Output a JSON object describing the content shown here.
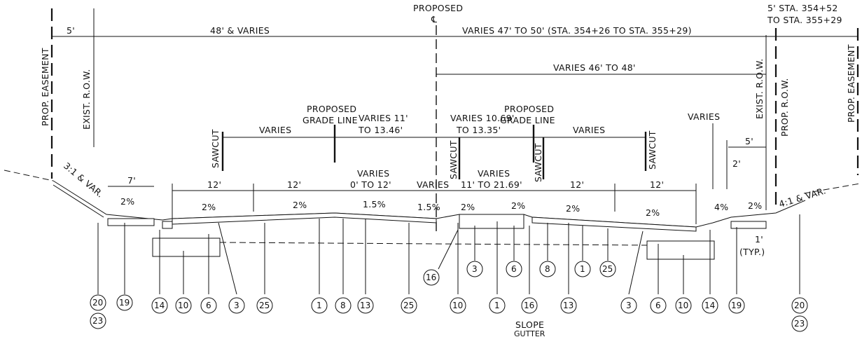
{
  "centerline": {
    "top": "PROPOSED",
    "symbol": "℄"
  },
  "station_note": {
    "line1": "5' STA. 354+52",
    "line2": "TO STA. 355+29"
  },
  "dims_top": {
    "left_5": "5'",
    "left_48": "48' & VARIES",
    "right_47_50": "VARIES 47' TO 50' (STA. 354+26 TO STA. 355+29)",
    "right_46_48": "VARIES 46' TO 48'"
  },
  "vertical_labels": {
    "prop_easement_left": "PROP. EASEMENT",
    "exist_row_left": "EXIST. R.O.W.",
    "sawcut_left": "SAWCUT",
    "sawcut_center": "SAWCUT",
    "sawcut_center2": "SAWCUT",
    "sawcut_right": "SAWCUT",
    "exist_row_right": "EXIST. R.O.W.",
    "prop_row_right": "PROP. R.O.W.",
    "prop_easement_right": "PROP. EASEMENT"
  },
  "grade_line_left": {
    "line1": "PROPOSED",
    "line2": "GRADE LINE"
  },
  "grade_line_right": {
    "line1": "PROPOSED",
    "line2": "GRADE LINE"
  },
  "dims_mid": {
    "varies_left": "VARIES",
    "varies_11_line1": "VARIES 11'",
    "varies_11_line2": "TO 13.46'",
    "varies_1069_line1": "VARIES 10.69'",
    "varies_1069_line2": "TO 13.35'",
    "varies_right": "VARIES",
    "varies_far_right": "VARIES",
    "five_right": "5'",
    "two_right": "2'"
  },
  "dims_lane": {
    "seven": "7'",
    "twelve_1": "12'",
    "twelve_2": "12'",
    "varies_0_12_top": "VARIES",
    "varies_0_12_bot": "0' TO 12'",
    "varies_small": "VARIES",
    "varies_11_2169_top": "VARIES",
    "varies_11_2169_bot": "11' TO 21.69'",
    "twelve_3": "12'",
    "twelve_4": "12'",
    "one_typ_a": "1'",
    "one_typ_b": "(TYP.)"
  },
  "slopes": {
    "s1": "2%",
    "s2": "2%",
    "s3": "2%",
    "s4": "1.5%",
    "s5": "1.5%",
    "s6": "2%",
    "s7": "2%",
    "s8": "2%",
    "s9": "2%",
    "s10": "4%",
    "s11": "2%"
  },
  "side_slopes": {
    "left": "3:1 & VAR.",
    "right": "4:1 & VAR."
  },
  "bottom_label": {
    "line1": "SLOPE",
    "line2": "GUTTER"
  },
  "callouts": [
    "20",
    "23",
    "19",
    "14",
    "10",
    "6",
    "3",
    "25",
    "1",
    "8",
    "13",
    "25",
    "10",
    "1",
    "16",
    "13",
    "3",
    "6",
    "10",
    "14",
    "19",
    "20",
    "23",
    "16",
    "3",
    "6",
    "8",
    "1",
    "25"
  ]
}
